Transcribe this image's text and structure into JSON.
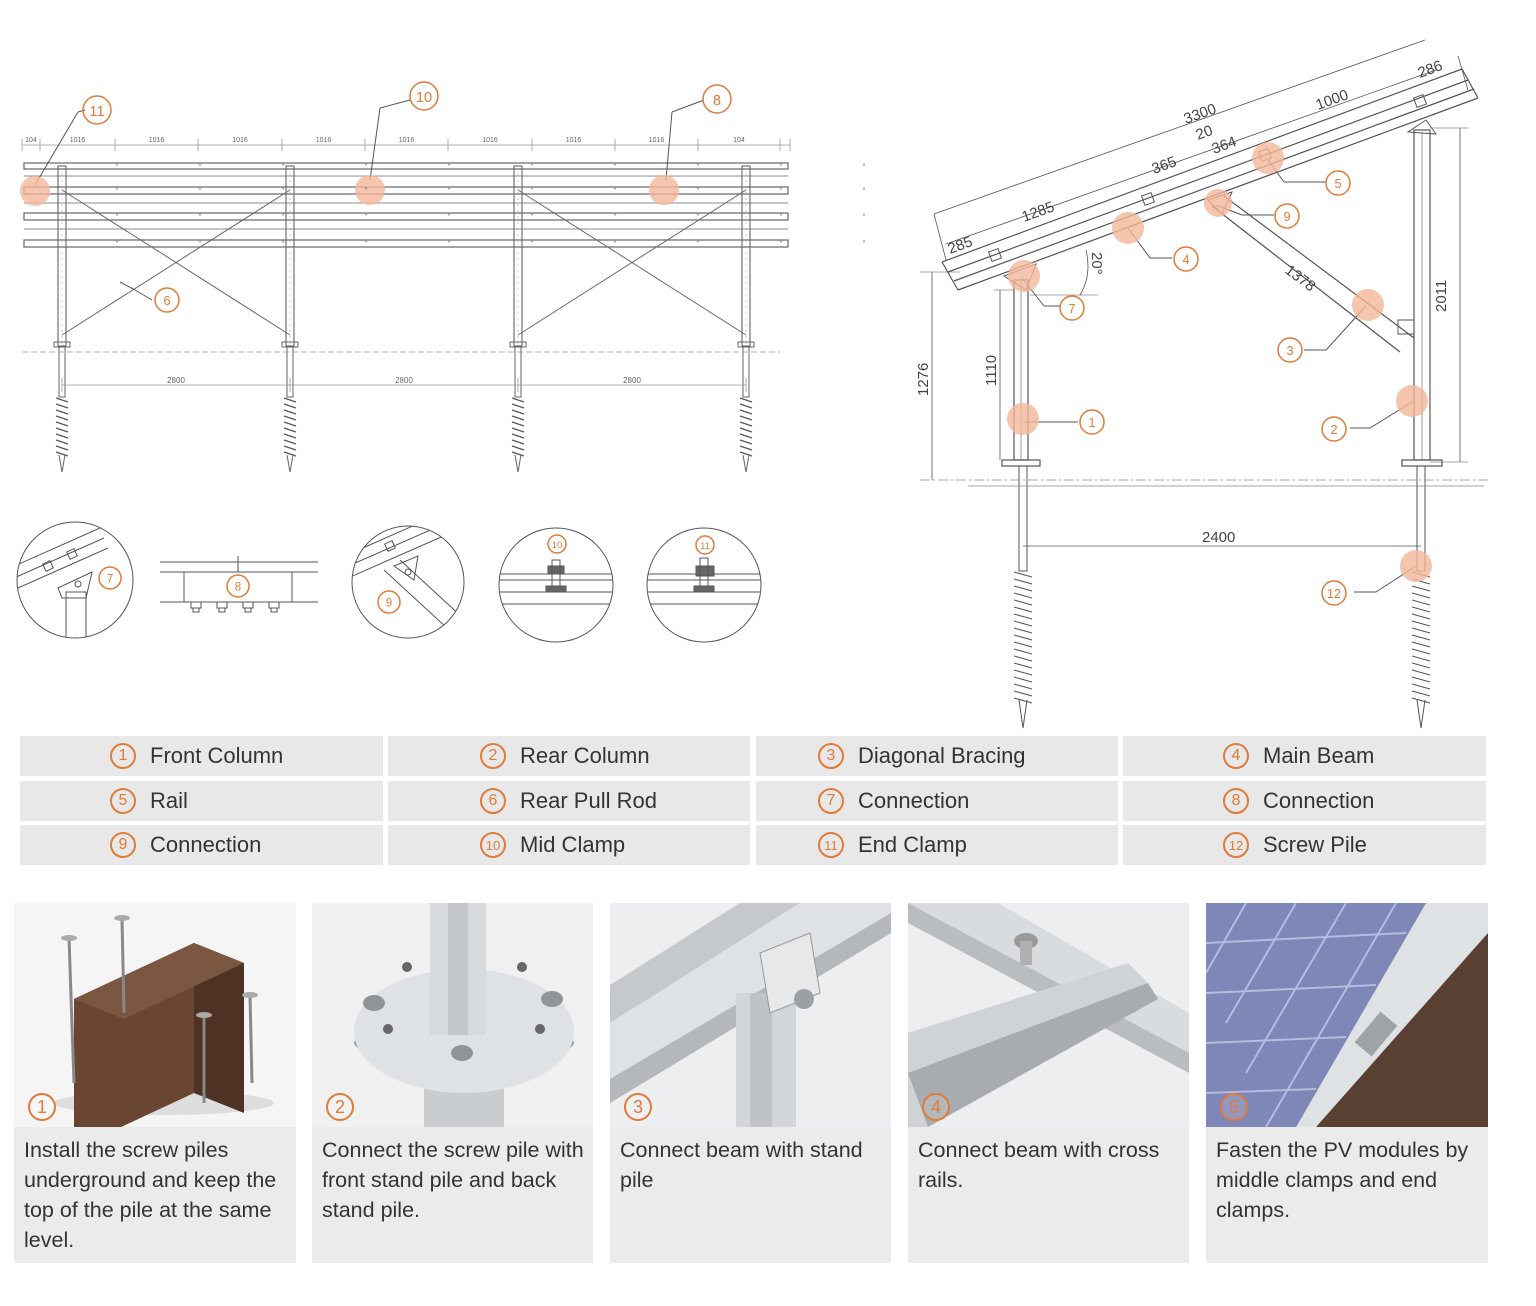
{
  "colors": {
    "accent": "#e07b39",
    "highlight": "#f4b79a",
    "line": "#555555",
    "panel": "#e8e8e8"
  },
  "front_view": {
    "dims_top": [
      "104",
      "1016",
      "1016",
      "1016",
      "1016",
      "1016",
      "1016",
      "1016",
      "1016",
      "104"
    ],
    "dims_bottom": [
      "2800",
      "2800",
      "2800"
    ],
    "callouts": {
      "end_clamp": "11",
      "mid_clamp": "10",
      "connection": "8",
      "rear_pull_rod": "6"
    }
  },
  "side_view": {
    "dims": {
      "total": "3300",
      "top_overhang": "286",
      "top_span": "1000",
      "gap_20": "20",
      "seg_364": "364",
      "seg_365": "365",
      "seg_1285": "1285",
      "seg_285": "285",
      "brace": "1378",
      "angle": "20°",
      "rear_height": "2011",
      "front_height": "1276",
      "front_col": "1110",
      "span": "2400"
    },
    "callouts": [
      "1",
      "2",
      "3",
      "4",
      "5",
      "7",
      "9",
      "12"
    ]
  },
  "details": [
    "7",
    "8",
    "9",
    "10",
    "11"
  ],
  "legend": [
    {
      "num": "1",
      "label": "Front Column"
    },
    {
      "num": "2",
      "label": "Rear Column"
    },
    {
      "num": "3",
      "label": "Diagonal Bracing"
    },
    {
      "num": "4",
      "label": "Main Beam"
    },
    {
      "num": "5",
      "label": "Rail"
    },
    {
      "num": "6",
      "label": "Rear Pull Rod"
    },
    {
      "num": "7",
      "label": "Connection"
    },
    {
      "num": "8",
      "label": "Connection"
    },
    {
      "num": "9",
      "label": "Connection"
    },
    {
      "num": "10",
      "label": "Mid Clamp"
    },
    {
      "num": "11",
      "label": "End Clamp"
    },
    {
      "num": "12",
      "label": "Screw Pile"
    }
  ],
  "steps": [
    {
      "num": "1",
      "text": "Install the screw piles underground and keep the top of the pile at the same level."
    },
    {
      "num": "2",
      "text": "Connect the screw pile with front stand pile and back stand pile."
    },
    {
      "num": "3",
      "text": "Connect beam with stand pile"
    },
    {
      "num": "4",
      "text": "Connect beam with cross rails."
    },
    {
      "num": "5",
      "text": "Fasten the PV modules by middle clamps and end clamps."
    }
  ]
}
